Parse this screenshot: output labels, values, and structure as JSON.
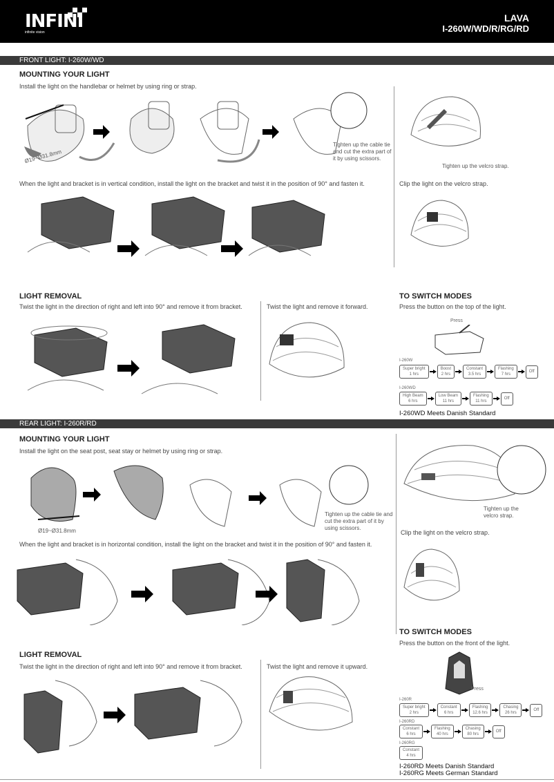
{
  "header": {
    "brand": "INFINI",
    "tagline": "infinite vision",
    "product_name": "LAVA",
    "models": "I-260W/WD/R/RG/RD"
  },
  "front": {
    "bar": "FRONT LIGHT: I-260W/WD",
    "mounting": {
      "title": "MOUNTING YOUR LIGHT",
      "text": "Install the light on the handlebar or helmet by using ring or strap.",
      "diameter": "Ø19~Ø31.8mm",
      "cable_caption": "Tighten up the cable tie and cut the extra part of it by using scissors.",
      "velcro_caption": "Tighten up the velcro strap.",
      "vertical_text": "When the light and bracket is in vertical condition, install the light on the bracket and twist it in the position of 90° and fasten it.",
      "clip_text": "Clip the light on the velcro strap."
    },
    "removal": {
      "title": "LIGHT REMOVAL",
      "text": "Twist the light in the direction of right and left into 90° and remove it from bracket.",
      "helmet_text": "Twist the light and remove it forward."
    },
    "modes": {
      "title": "TO SWITCH MODES",
      "text": "Press the button on the top of the light.",
      "press": "Press",
      "groups": [
        {
          "model": "I-260W",
          "modes": [
            {
              "name": "Super bright",
              "time": "1 hrs"
            },
            {
              "name": "Boost",
              "time": "2 hrs"
            },
            {
              "name": "Constant",
              "time": "3.5 hrs"
            },
            {
              "name": "Flashing",
              "time": "7 hrs"
            },
            {
              "name": "Off",
              "time": ""
            }
          ]
        },
        {
          "model": "I-260WD",
          "modes": [
            {
              "name": "High Beam",
              "time": "6 hrs"
            },
            {
              "name": "Low Beam",
              "time": "11 hrs"
            },
            {
              "name": "Flashing",
              "time": "11 hrs"
            },
            {
              "name": "Off",
              "time": ""
            }
          ]
        }
      ],
      "standards": [
        "I-260WD  Meets Danish Standard"
      ]
    }
  },
  "rear": {
    "bar": "REAR LIGHT: I-260R/RD",
    "mounting": {
      "title": "MOUNTING YOUR LIGHT",
      "text": "Install the light on the seat post, seat stay or helmet by using ring or strap.",
      "diameter": "Ø19~Ø31.8mm",
      "cable_caption": "Tighten up the cable tie and cut the extra part of it by using scissors.",
      "velcro_caption": "Tighten up the velcro strap.",
      "horizontal_text": "When the light and bracket is in horizontal condition, install the light on the bracket and twist it in the position of 90° and fasten it.",
      "clip_text": "Clip the light on the velcro strap."
    },
    "removal": {
      "title": "LIGHT REMOVAL",
      "text": "Twist the light in the direction of right and left into 90° and remove it from bracket.",
      "helmet_text": "Twist the light and remove it upward."
    },
    "modes": {
      "title": "TO SWITCH MODES",
      "text": "Press the button on the front of the light.",
      "press": "Press",
      "groups": [
        {
          "model": "I-260R",
          "modes": [
            {
              "name": "Super bright",
              "time": "2 hrs"
            },
            {
              "name": "Constant",
              "time": "6 hrs"
            },
            {
              "name": "Flashing",
              "time": "12.6 hrs"
            },
            {
              "name": "Chasing",
              "time": "26 hrs"
            },
            {
              "name": "Off",
              "time": ""
            }
          ]
        },
        {
          "model": "I-260RD",
          "modes": [
            {
              "name": "Constant",
              "time": "6 hrs"
            },
            {
              "name": "Flashing",
              "time": "40 hrs"
            },
            {
              "name": "Chasing",
              "time": "80 hrs"
            },
            {
              "name": "Off",
              "time": ""
            }
          ]
        },
        {
          "model": "I-260RG",
          "modes": [
            {
              "name": "Constant",
              "time": "4 hrs"
            }
          ]
        }
      ],
      "standards": [
        "I-260RD  Meets Danish  Standard",
        "I-260RG  Meets German  Standard"
      ]
    }
  }
}
